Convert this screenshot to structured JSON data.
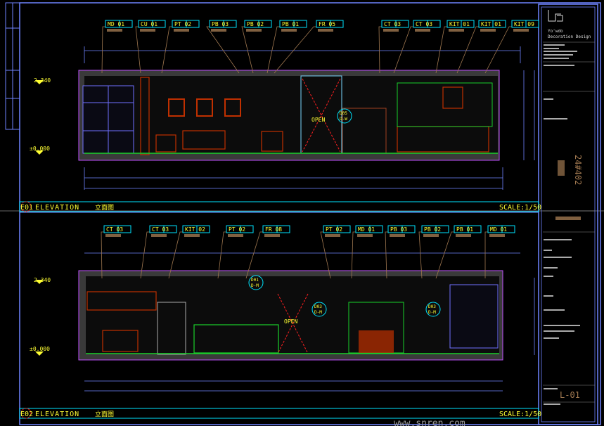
{
  "colors": {
    "frame": "#6f84ff",
    "tag": "#00e5ff",
    "tag_text": "#ffff33",
    "wall": "#3a3a3a",
    "furniture": "#c03000",
    "leader": "#a07850",
    "green": "#19d12a"
  },
  "upper": {
    "tags": [
      "MD 01",
      "CU 01",
      "PT 02",
      "PB 03",
      "PB 02",
      "PB 01",
      "FR 05",
      "CT 03",
      "CT 03",
      "KIT 01",
      "KIT 01",
      "KIT 09"
    ],
    "level_top": "2.340",
    "level_floor": "±0.000",
    "open_label": "OPEN",
    "door_tag": [
      "D05",
      "D-W"
    ],
    "caption_code": "E01",
    "caption_title": "ELEVATION",
    "caption_cn": "立面图",
    "scale": "SCALE:1/50"
  },
  "lower": {
    "tags": [
      "CT 03",
      "CT 03",
      "KIT 02",
      "PT 02",
      "FR 08",
      "PT 02",
      "MD 01",
      "PB 03",
      "PB 02",
      "PB 01",
      "MD 01"
    ],
    "level_top": "2.340",
    "level_floor": "±0.000",
    "open_label": "OPEN",
    "door_tags": [
      [
        "D01",
        "D-M"
      ],
      [
        "D03",
        "D-M"
      ],
      [
        "D03",
        "D-M"
      ]
    ],
    "caption_code": "E02",
    "caption_title": "ELEVATION",
    "caption_cn": "立面图",
    "scale": "SCALE:1/50"
  },
  "title_block": {
    "company_line1": "Yo'wdo",
    "company_line2": "Decoration Design",
    "project": "24#402",
    "sheet": "L-01"
  },
  "watermark": "www.snren.com"
}
